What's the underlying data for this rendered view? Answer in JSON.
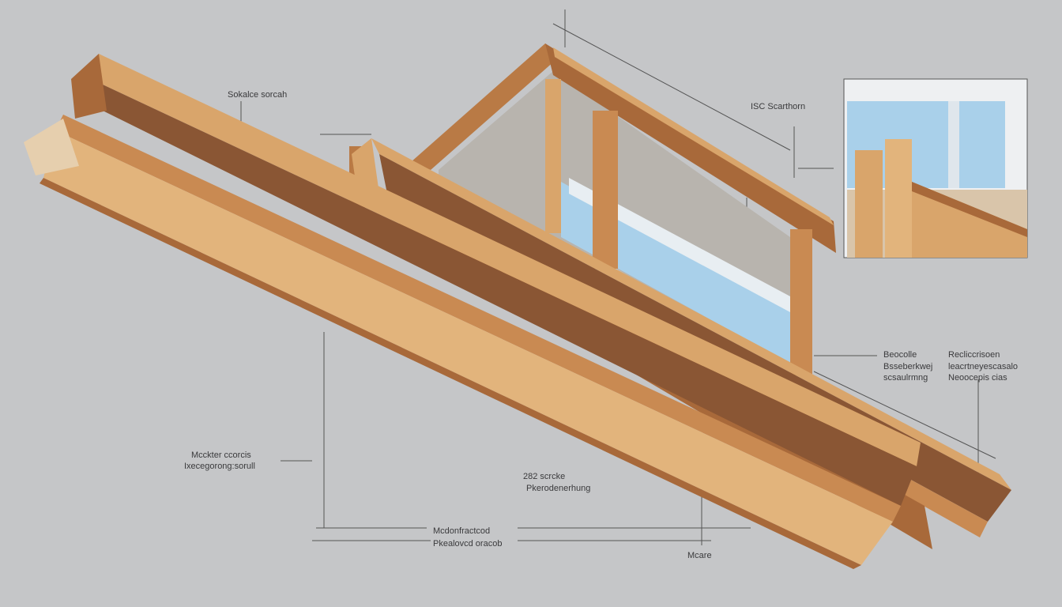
{
  "title": "Wooden beam assembly diagram",
  "colors": {
    "background": "#c5c6c8",
    "wood_light": "#d9a56b",
    "wood_mid": "#b97a45",
    "wood_dark": "#8a5634",
    "glass": "#a9d0ea",
    "line": "#4a4a4c"
  },
  "labels": {
    "top_left": "Sokalce sorcah",
    "top_right": "ISC Scarthorn",
    "left_mid_1": "Mcckter ccorcis",
    "left_mid_2": "Ixecegorong:sorull",
    "center_1": "282 scrcke",
    "center_2": "Pkerodenerhung",
    "bottom_1": "Mcdonfractcod",
    "bottom_2": "Pkealovcd oracob",
    "bottom_right": "Mcare",
    "right_a_1": "Beocolle",
    "right_a_2": "Bsseberkwej",
    "right_a_3": "scsaulrmng",
    "right_b_1": "Recliccrisoen",
    "right_b_2": "leacrtneyescasalo",
    "right_b_3": "Neoocepis cias"
  }
}
